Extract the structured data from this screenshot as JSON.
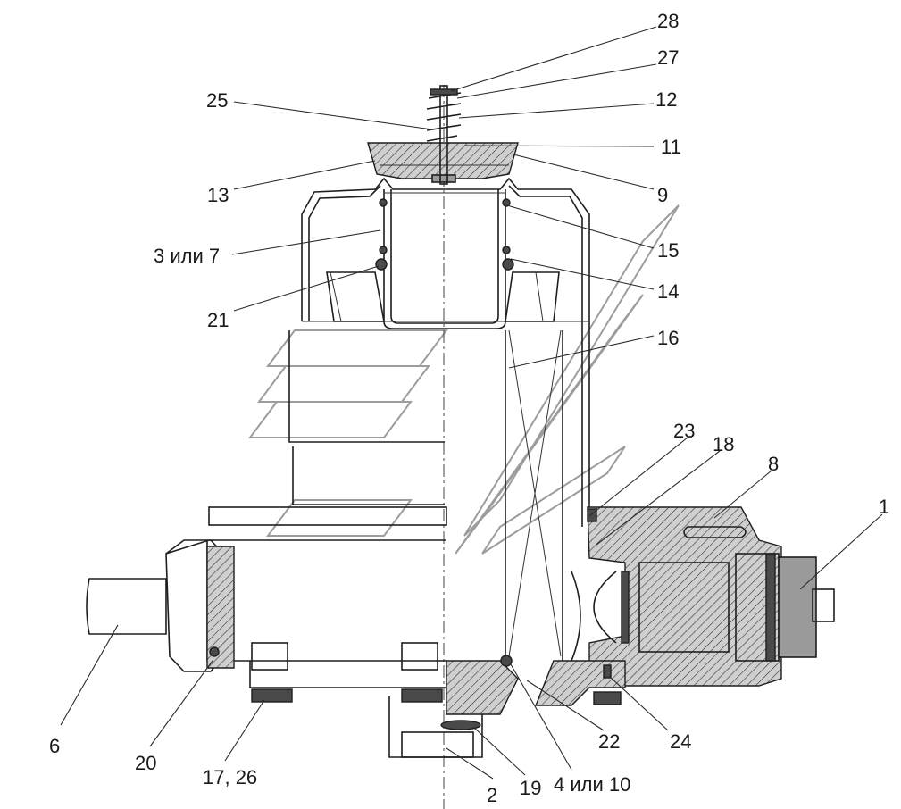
{
  "labels": {
    "l28": "28",
    "l27": "27",
    "l25": "25",
    "l12": "12",
    "l11": "11",
    "l13": "13",
    "l9": "9",
    "l3or7": "3 или 7",
    "l15": "15",
    "l21": "21",
    "l14": "14",
    "l16": "16",
    "l23": "23",
    "l18": "18",
    "l8": "8",
    "l1": "1",
    "l6": "6",
    "l20": "20",
    "l17_26": "17, 26",
    "l2": "2",
    "l19": "19",
    "l4or10": "4 или 10",
    "l22": "22",
    "l24": "24"
  }
}
